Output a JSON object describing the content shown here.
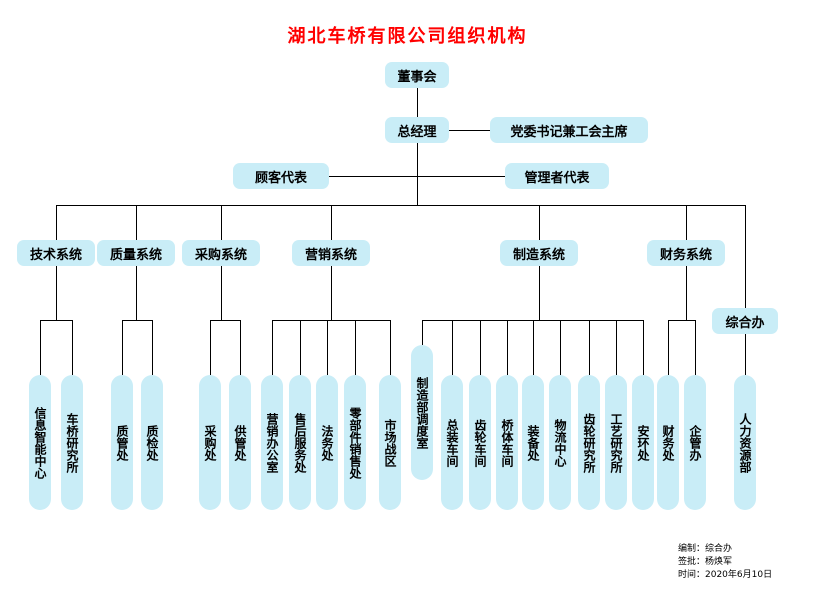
{
  "title": "湖北车桥有限公司组织机构",
  "colors": {
    "box_fill": "#c9edf7",
    "title": "#ff0000"
  },
  "top": {
    "board": "董事会",
    "general_manager": "总经理",
    "party_secretary": "党委书记兼工会主席",
    "customer_rep": "顾客代表",
    "management_rep": "管理者代表"
  },
  "systems": [
    {
      "label": "技术系统"
    },
    {
      "label": "质量系统"
    },
    {
      "label": "采购系统"
    },
    {
      "label": "营销系统"
    },
    {
      "label": "制造系统"
    },
    {
      "label": "财务系统"
    },
    {
      "label": "综合办"
    }
  ],
  "departments": [
    {
      "label": "信息智能中心"
    },
    {
      "label": "车桥研究所"
    },
    {
      "label": "质管处"
    },
    {
      "label": "质检处"
    },
    {
      "label": "采购处"
    },
    {
      "label": "供管处"
    },
    {
      "label": "营销办公室"
    },
    {
      "label": "售后服务处"
    },
    {
      "label": "法务处"
    },
    {
      "label": "零部件销售处"
    },
    {
      "label": "市场战区"
    },
    {
      "label": "制造部调度室"
    },
    {
      "label": "总装车间"
    },
    {
      "label": "齿轮车间"
    },
    {
      "label": "桥体车间"
    },
    {
      "label": "装备处"
    },
    {
      "label": "物流中心"
    },
    {
      "label": "齿轮研究所"
    },
    {
      "label": "工艺研究所"
    },
    {
      "label": "安环处"
    },
    {
      "label": "财务处"
    },
    {
      "label": "企管办"
    },
    {
      "label": "人力资源部"
    }
  ],
  "footer": {
    "prepared_by": "编制：综合办",
    "approved_by": "签批：杨焕军",
    "date": "时间：2020年6月10日"
  }
}
